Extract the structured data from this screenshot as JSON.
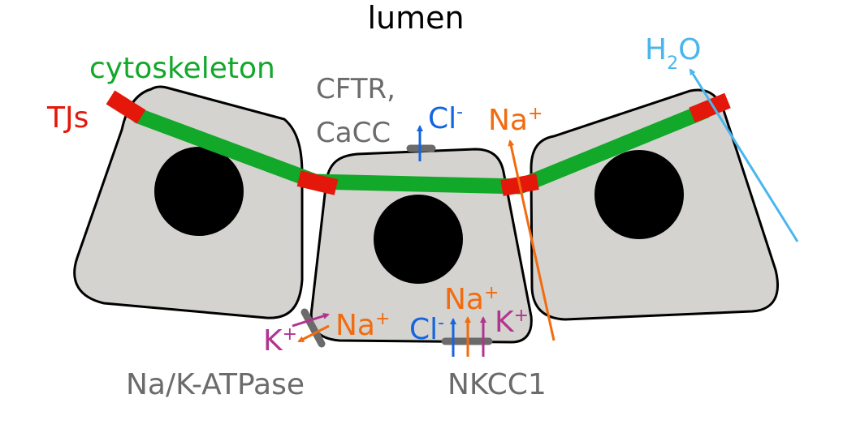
{
  "title": "lumen",
  "labels": {
    "cytoskeleton": "cytoskeleton",
    "tjs": "TJs",
    "cftr_line1": "CFTR,",
    "cftr_line2": "CaCC",
    "cl_apical": "Cl",
    "cl_apical_sup": "-",
    "na_para": "Na",
    "na_para_sup": "+",
    "h2o_h": "H",
    "h2o_sub": "2",
    "h2o_o": "O",
    "na_pump": "Na",
    "na_pump_sup": "+",
    "k_pump": "K",
    "k_pump_sup": "+",
    "na_nkcc": "Na",
    "na_nkcc_sup": "+",
    "cl_nkcc": "Cl",
    "cl_nkcc_sup": "-",
    "k_nkcc": "K",
    "k_nkcc_sup": "+",
    "nak_atpase": "Na/K-ATPase",
    "nkcc1": "NKCC1"
  },
  "colors": {
    "cell_fill": "#d4d3cf",
    "cell_stroke": "#000000",
    "nucleus": "#000000",
    "cytoskeleton": "#12a829",
    "tight_junction": "#e3170a",
    "chloride": "#1565e0",
    "sodium": "#f26b0f",
    "potassium": "#b2348f",
    "water": "#4ab6ee",
    "transporter": "#6b6b6b",
    "label_gray": "#6b6b6b",
    "title": "#000000"
  }
}
